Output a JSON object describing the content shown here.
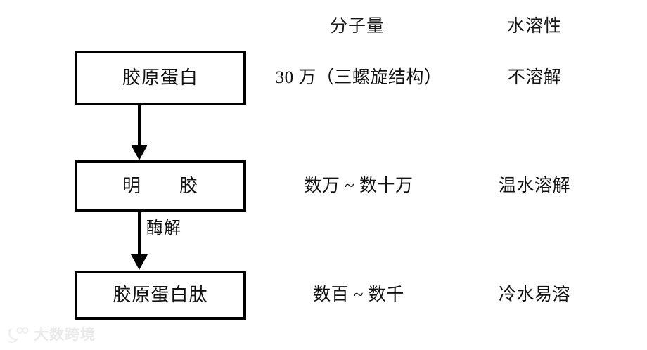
{
  "headers": {
    "molecular_weight": "分子量",
    "water_solubility": "水溶性"
  },
  "flow": {
    "steps": [
      {
        "name": "胶原蛋白",
        "molecular_weight": "30 万（三螺旋结构）",
        "solubility": "不溶解"
      },
      {
        "name": "明　　胶",
        "molecular_weight": "数万 ~ 数十万",
        "solubility": "温水溶解"
      },
      {
        "name": "胶原蛋白肽",
        "molecular_weight": "数百 ~ 数千",
        "solubility": "冷水易溶"
      }
    ],
    "transitions": [
      {
        "label": ""
      },
      {
        "label": "酶解"
      }
    ]
  },
  "watermark": {
    "text": "大数跨境",
    "color": "#e9e9e9"
  },
  "colors": {
    "background": "#ffffff",
    "box_border": "#000000",
    "text": "#111111"
  }
}
